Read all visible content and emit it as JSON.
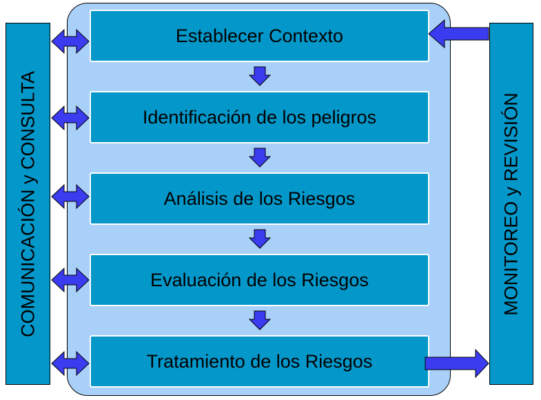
{
  "left_bar": {
    "label": "COMUNICACIÓN y CONSULTA"
  },
  "right_bar": {
    "label": "MONITOREO y REVISIÓN"
  },
  "steps": [
    {
      "label": "Establecer Contexto"
    },
    {
      "label": "Identificación de los peligros"
    },
    {
      "label": "Análisis de los Riesgos"
    },
    {
      "label": "Evaluación de los Riesgos"
    },
    {
      "label": "Tratamiento de los Riesgos"
    }
  ],
  "colors": {
    "box": "#0497c9",
    "frame": "#a8d0f8",
    "arrow": "#3b3bf0"
  }
}
